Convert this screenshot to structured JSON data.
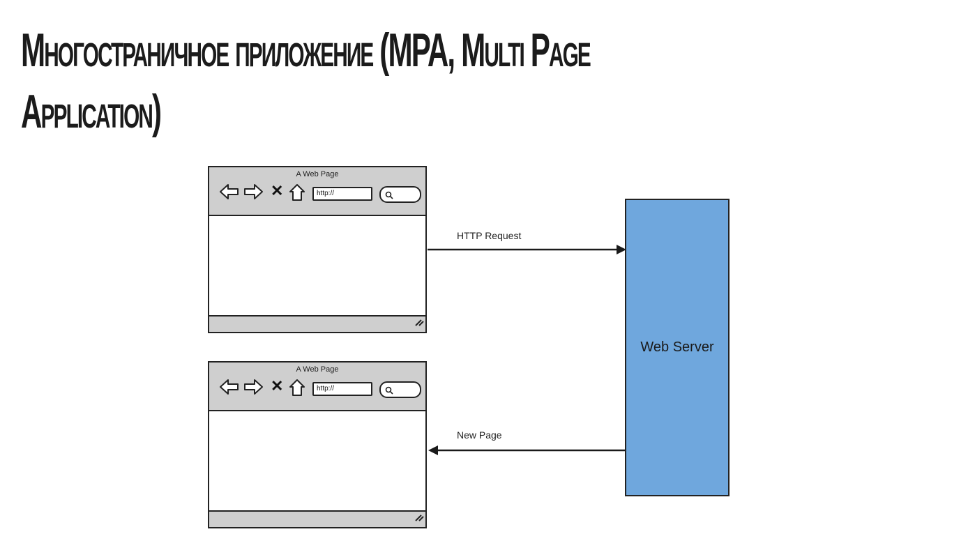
{
  "slide": {
    "title_line1": "Многостраничное приложение (MPA, Multi Page",
    "title_line2": "Application)"
  },
  "browsers": [
    {
      "window_title": "A Web Page",
      "url": "http://"
    },
    {
      "window_title": "A Web Page",
      "url": "http://"
    }
  ],
  "server": {
    "label": "Web Server",
    "color": "#6fa7dd"
  },
  "arrows": {
    "request_label": "HTTP Request",
    "response_label": "New Page"
  }
}
